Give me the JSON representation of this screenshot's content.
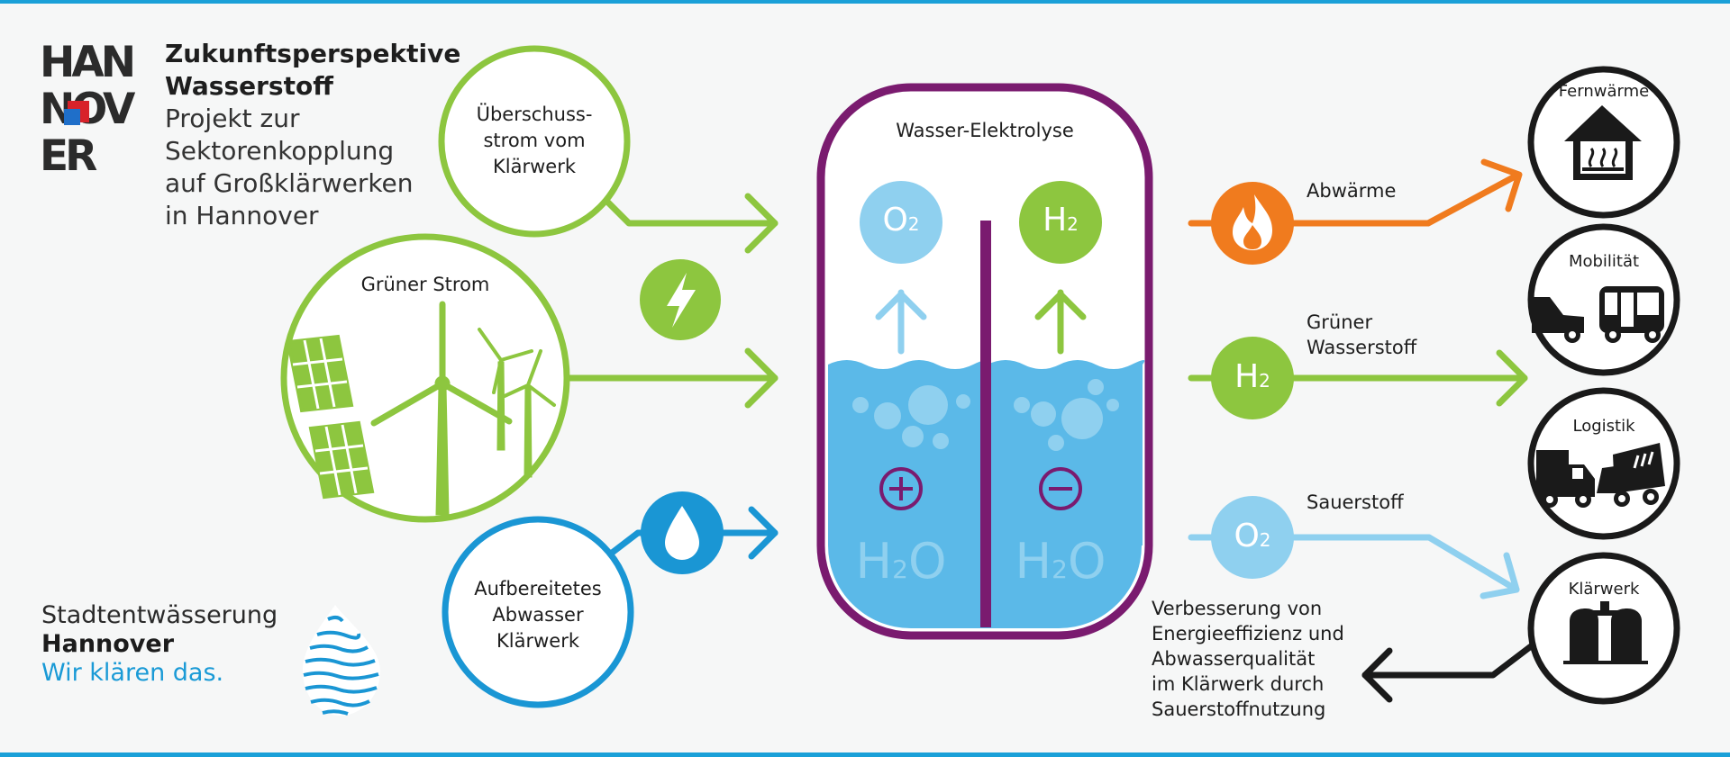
{
  "colors": {
    "green": "#8dc63f",
    "blue": "#1a96d4",
    "lightblue": "#8fd0ef",
    "water": "#5bb9e8",
    "purple": "#7a1b6f",
    "orange": "#f07b1e",
    "dark": "#1a1a1a"
  },
  "logo": {
    "line1": "HAN",
    "line2": "NOV",
    "line3": "ER"
  },
  "heading": {
    "title_line1": "Zukunftsperspektive",
    "title_line2": "Wasserstoff",
    "sub_line1": "Projekt zur",
    "sub_line2": "Sektorenkopplung",
    "sub_line3": "auf Großklärwerken",
    "sub_line4": "in Hannover"
  },
  "inputs": {
    "surplus": {
      "line1": "Überschuss-",
      "line2": "strom vom",
      "line3": "Klärwerk"
    },
    "green_power": {
      "label": "Grüner Strom"
    },
    "wastewater": {
      "line1": "Aufbereitetes",
      "line2": "Abwasser",
      "line3": "Klärwerk"
    }
  },
  "electrolysis": {
    "title": "Wasser-Elektrolyse",
    "left": {
      "gas": "O",
      "gas_sub": "2",
      "water": "H",
      "water_sub": "2",
      "water_end": "O"
    },
    "right": {
      "gas": "H",
      "gas_sub": "2",
      "water": "H",
      "water_sub": "2",
      "water_end": "O"
    }
  },
  "outputs": {
    "heat": {
      "label": "Abwärme"
    },
    "hydrogen": {
      "line1": "Grüner",
      "line2": "Wasserstoff",
      "symbol": "H",
      "sub": "2"
    },
    "oxygen": {
      "label": "Sauerstoff",
      "symbol": "O",
      "sub": "2"
    }
  },
  "uses": {
    "district_heating": "Fernwärme",
    "mobility": "Mobilität",
    "logistics": "Logistik",
    "plant": "Klärwerk"
  },
  "note": {
    "line1": "Verbesserung von",
    "line2": "Energieeffizienz und",
    "line3": "Abwasserqualität",
    "line4": "im Klärwerk durch",
    "line5": "Sauerstoffnutzung"
  },
  "footer": {
    "line1": "Stadtentwässerung",
    "line2": "Hannover",
    "line3": "Wir klären das."
  }
}
